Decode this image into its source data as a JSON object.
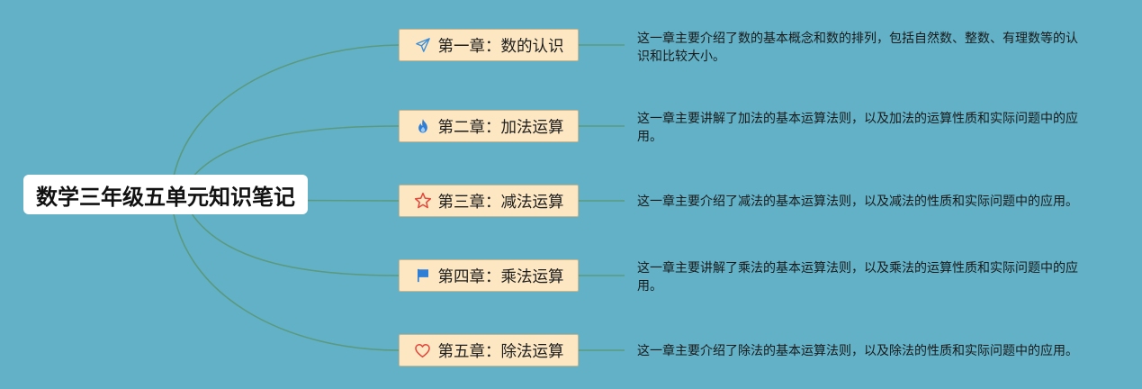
{
  "root": {
    "title": "数学三年级五单元知识笔记"
  },
  "branches": [
    {
      "label": "第一章：数的认识",
      "icon": "paper-plane-icon",
      "icon_color": "#3d8ed8",
      "description": "这一章主要介绍了数的基本概念和数的排列，包括自然数、整数、有理数等的认识和比较大小。"
    },
    {
      "label": "第二章：加法运算",
      "icon": "flame-icon",
      "icon_color": "#2f7ed6",
      "description": "这一章主要讲解了加法的基本运算法则，以及加法的运算性质和实际问题中的应用。"
    },
    {
      "label": "第三章：减法运算",
      "icon": "star-icon",
      "icon_color": "#e5453b",
      "description": "这一章主要介绍了减法的基本运算法则，以及减法的性质和实际问题中的应用。"
    },
    {
      "label": "第四章：乘法运算",
      "icon": "flag-icon",
      "icon_color": "#2f7ed6",
      "description": "这一章主要讲解了乘法的基本运算法则，以及乘法的运算性质和实际问题中的应用。"
    },
    {
      "label": "第五章：除法运算",
      "icon": "heart-icon",
      "icon_color": "#e5453b",
      "description": "这一章主要介绍了除法的基本运算法则，以及除法的性质和实际问题中的应用。"
    }
  ],
  "colors": {
    "background": "#62b1c7",
    "connector": "#5b9a80",
    "branch_fill": "#fce7c2",
    "branch_border": "#cdb68c",
    "root_fill": "#ffffff"
  }
}
